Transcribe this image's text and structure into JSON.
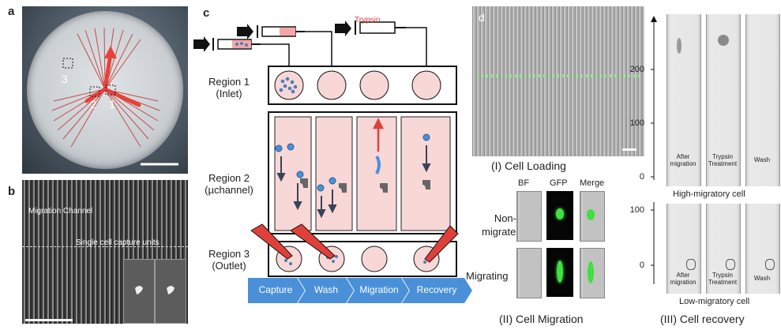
{
  "panels": {
    "a": "a",
    "b": "b",
    "c": "c",
    "d": "d"
  },
  "panel_a": {
    "labels": [
      "3",
      "2",
      "1"
    ]
  },
  "panel_b": {
    "text1": "Migration Channel",
    "text2": "Single cell capture units"
  },
  "panel_c": {
    "trypsin": "Trypsin",
    "region1": [
      "Region 1",
      "(Inlet)"
    ],
    "region2": [
      "Region 2",
      "(µchannel)"
    ],
    "region3": [
      "Region 3",
      "(Outlet)"
    ],
    "steps": [
      "Capture",
      "Wash",
      "Migration",
      "Recovery"
    ],
    "colors": {
      "pink": "#f8d7d7",
      "arrow_blue": "#4a90d9",
      "syringe_red": "#e0403a"
    }
  },
  "panel_d": {
    "titles": [
      "(I) Cell Loading",
      "(II) Cell Migration",
      "(III) Cell recovery"
    ],
    "col_heads": [
      "BF",
      "GFP",
      "Merge"
    ],
    "row_labels": [
      [
        "Non-",
        "migrated"
      ],
      [
        "Migrating"
      ]
    ],
    "high": {
      "ticks": [
        "200",
        "100",
        "0"
      ],
      "caps": [
        [
          "After",
          "migration"
        ],
        [
          "Trypsin",
          "Treatment"
        ],
        [
          "Wash"
        ]
      ],
      "title": "High-migratory cell"
    },
    "low": {
      "ticks": [
        "100",
        "0"
      ],
      "caps": [
        [
          "After",
          "migration"
        ],
        [
          "Trypsin",
          "Treatment"
        ],
        [
          "Wash"
        ]
      ],
      "title": "Low-migratory cell"
    }
  }
}
